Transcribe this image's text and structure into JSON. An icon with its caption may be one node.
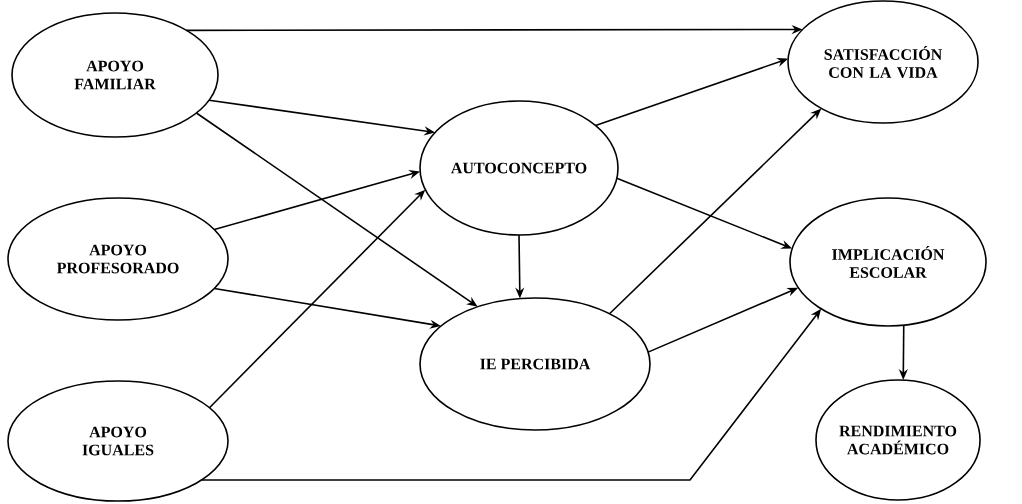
{
  "diagram": {
    "nodes": [
      {
        "text": [
          "APOYO FAMILIAR"
        ]
      },
      {
        "text": [
          "APOYO PROFESORADO"
        ]
      },
      {
        "text": [
          "APOYO IGUALES"
        ]
      },
      {
        "text": [
          "AUTOCONCEPTO"
        ]
      },
      {
        "text": [
          "IE PERCIBIDA"
        ]
      },
      {
        "text": [
          "SATISFACCIÓN CON LA VIDA"
        ]
      },
      {
        "text": [
          "IMPLICACIÓN ESCOLAR"
        ]
      },
      {
        "text": [
          "RENDIMIENTO ACADÉMICO"
        ]
      }
    ],
    "edges": [
      {
        "from": 0,
        "to": 5,
        "arrow": "to"
      },
      {
        "from": 0,
        "to": 3,
        "arrow": "to"
      },
      {
        "from": 0,
        "to": 4,
        "arrow": "to"
      },
      {
        "from": 1,
        "to": 3,
        "arrow": "to"
      },
      {
        "from": 1,
        "to": 4,
        "arrow": "to"
      },
      {
        "from": 2,
        "to": 3,
        "arrow": "to"
      },
      {
        "from": 2,
        "to": 6,
        "arrow": "to"
      },
      {
        "from": 3,
        "to": 5,
        "arrow": "to"
      },
      {
        "from": 3,
        "to": 6,
        "arrow": "to"
      },
      {
        "from": 3,
        "to": 4,
        "arrow": "to"
      },
      {
        "from": 4,
        "to": 5,
        "arrow": "to"
      },
      {
        "from": 4,
        "to": 6,
        "arrow": "to"
      },
      {
        "from": 6,
        "to": 7,
        "arrow": "to"
      }
    ]
  }
}
